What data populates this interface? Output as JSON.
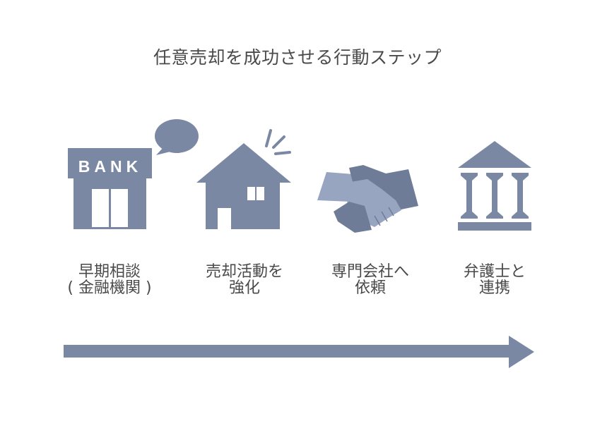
{
  "title": "任意売却を成功させる行動ステップ",
  "colors": {
    "icon_fill": "#7b88a3",
    "icon_light": "#97a5c0",
    "icon_dark": "#6f7c98",
    "text": "#4a4a4a",
    "background": "#ffffff"
  },
  "steps": [
    {
      "icon": "bank-icon",
      "icon_text": "BANK",
      "line1": "早期相談",
      "line2": "( 金融機関 )"
    },
    {
      "icon": "house-icon",
      "line1": "売却活動を",
      "line2": "強化"
    },
    {
      "icon": "handshake-icon",
      "line1": "専門会社へ",
      "line2": "依頼"
    },
    {
      "icon": "courthouse-icon",
      "line1": "弁護士と",
      "line2": "連携"
    }
  ],
  "flow_arrow": {
    "direction": "right"
  }
}
